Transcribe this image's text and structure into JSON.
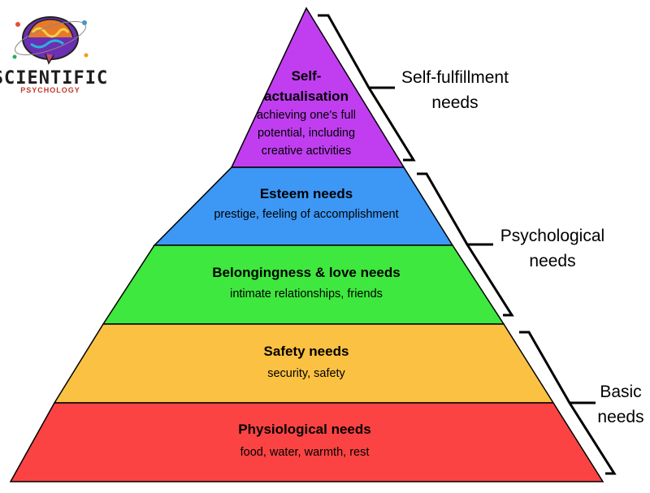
{
  "logo": {
    "word": "SCIENTIFIC",
    "sub": "PSYCHOLOGY",
    "icon": "brain-icon"
  },
  "pyramid": {
    "levels": [
      {
        "title_lines": [
          "Self-",
          "actualisation"
        ],
        "desc_lines": [
          "achieving one's full",
          "potential, including",
          "creative activities"
        ],
        "color": "#c03ef0"
      },
      {
        "title_lines": [
          "Esteem needs"
        ],
        "desc_lines": [
          "prestige, feeling of accomplishment"
        ],
        "color": "#3d98f5"
      },
      {
        "title_lines": [
          "Belongingness & love needs"
        ],
        "desc_lines": [
          "intimate relationships, friends"
        ],
        "color": "#3ee83e"
      },
      {
        "title_lines": [
          "Safety needs"
        ],
        "desc_lines": [
          "security, safety"
        ],
        "color": "#fbc142"
      },
      {
        "title_lines": [
          "Physiological needs"
        ],
        "desc_lines": [
          "food, water, warmth, rest"
        ],
        "color": "#fb4343"
      }
    ]
  },
  "brackets": [
    {
      "label_lines": [
        "Self-fulfillment",
        "needs"
      ]
    },
    {
      "label_lines": [
        "Psychological",
        "needs"
      ]
    },
    {
      "label_lines": [
        "Basic",
        "needs"
      ]
    }
  ]
}
